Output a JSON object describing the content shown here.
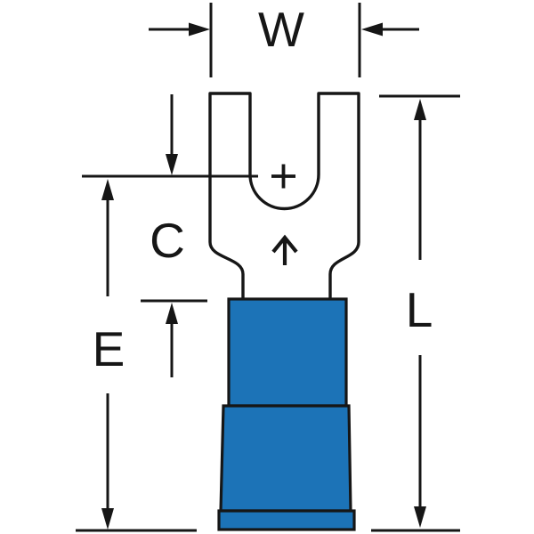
{
  "diagram": {
    "dimension_labels": {
      "w": "W",
      "c": "C",
      "e": "E",
      "l": "L"
    },
    "markers": {
      "stud_center": "+"
    },
    "colors": {
      "insulation": "#1c73b7",
      "line": "#161616",
      "background": "#ffffff"
    }
  }
}
